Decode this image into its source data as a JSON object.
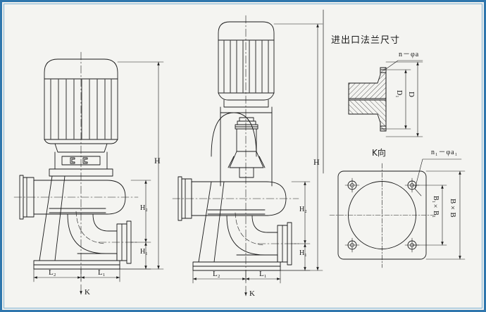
{
  "drawing": {
    "title_flange": "进出口法兰尺寸",
    "view_k_label": "K向",
    "callout_flange_bolts": "n－φa",
    "callout_base_bolts": "n₁－φa₁",
    "flange_dim_inner": "D₁",
    "flange_dim_outer": "D",
    "base_dim_inner": "B₁×B₁",
    "base_dim_outer": "B×B"
  },
  "views": {
    "side": {
      "name": "side-elevation",
      "dim_height_total": "H",
      "dim_height_mid": "H₂",
      "dim_height_low": "H₁",
      "dim_len_left": "L₂",
      "dim_len_right": "L₁",
      "arrow_label": "K"
    },
    "front": {
      "name": "front-elevation",
      "dim_height_total": "H",
      "dim_height_mid": "H₂",
      "dim_height_low": "H₁",
      "dim_len_left": "L₂",
      "dim_len_right": "L₁",
      "arrow_label": "K"
    }
  },
  "colors": {
    "line": "#1a1a1a",
    "frame": "#2f76ad",
    "frame_light": "#7fb3d5",
    "paper": "#f4f4f1"
  }
}
